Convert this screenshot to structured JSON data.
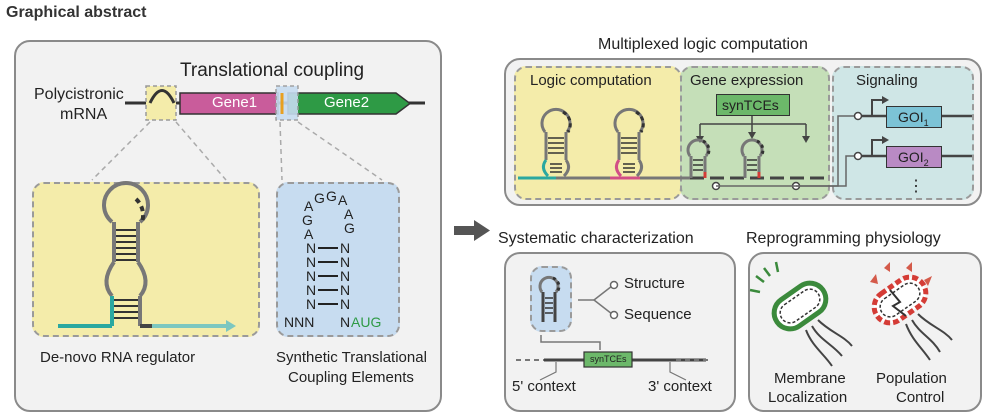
{
  "header": "Graphical abstract",
  "left_panel": {
    "title": "Translational coupling",
    "mrna_label_1": "Polycistronic",
    "mrna_label_2": "mRNA",
    "gene1": "Gene1",
    "gene2": "Gene2",
    "denovo_label": "De-novo RNA regulator",
    "synthetic_label_1": "Synthetic Translational",
    "synthetic_label_2": "Coupling Elements",
    "loop_letters": [
      "A",
      "G",
      "G",
      "A",
      "G",
      "A",
      "A",
      "G"
    ],
    "spacer_letter": "N",
    "bottom_left": "NNN",
    "bottom_right_n": "N",
    "start_codon": "AUG"
  },
  "right_top": {
    "title": "Multiplexed logic computation",
    "logic": "Logic computation",
    "gene_expression": "Gene expression",
    "syntces": "synTCEs",
    "signaling": "Signaling",
    "goi1": "GOI",
    "goi1_sub": "1",
    "goi2": "GOI",
    "goi2_sub": "2",
    "more": "⋮"
  },
  "right_bottom_left": {
    "title": "Systematic characterization",
    "structure": "Structure",
    "sequence": "Sequence",
    "syntces_box": "synTCEs",
    "context5": "5' context",
    "context3": "3' context"
  },
  "right_bottom_right": {
    "title": "Reprogramming physiology",
    "membrane_1": "Membrane",
    "membrane_2": "Localization",
    "population_1": "Population",
    "population_2": "Control"
  },
  "colors": {
    "yellow_bg": "#f4ecaa",
    "green_bg": "#c5dfb8",
    "blue_bg": "#c7dcf0",
    "teal_bg": "#cfe6e6",
    "gene1": "#c95c9b",
    "gene2": "#2e9a45",
    "teal": "#2aa8a0",
    "pink": "#d24f86",
    "red": "#d43c36",
    "green_aug": "#2e9a45"
  }
}
